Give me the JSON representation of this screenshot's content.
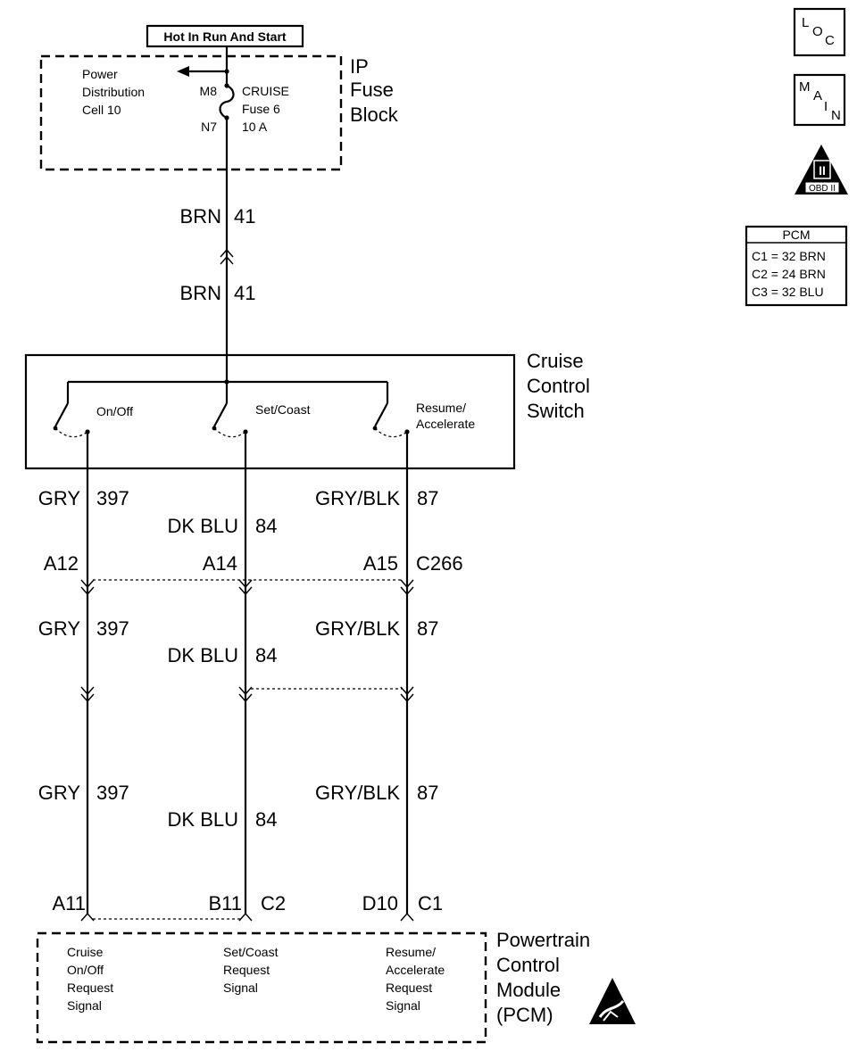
{
  "header": {
    "supply_label": "Hot In Run And Start"
  },
  "ip_fuse_block": {
    "name_lines": [
      "IP",
      "Fuse",
      "Block"
    ],
    "power_distribution_lines": [
      "Power",
      "Distribution",
      "Cell 10"
    ],
    "pin_top": "M8",
    "pin_bottom": "N7",
    "fuse_lines": [
      "CRUISE",
      "Fuse 6",
      "10 A"
    ]
  },
  "feed_wire": {
    "color": "BRN",
    "circuit": "41"
  },
  "cruise_switch": {
    "name_lines": [
      "Cruise",
      "Control",
      "Switch"
    ],
    "positions": {
      "on_off": "On/Off",
      "set_coast": "Set/Coast",
      "resume_lines": [
        "Resume/",
        "Accelerate"
      ]
    }
  },
  "wires": {
    "w397": {
      "color": "GRY",
      "circuit": "397"
    },
    "w84": {
      "color": "DK BLU",
      "circuit": "84"
    },
    "w87": {
      "color": "GRY/BLK",
      "circuit": "87"
    }
  },
  "connector_c266": {
    "name": "C266",
    "pins": [
      "A12",
      "A14",
      "A15"
    ]
  },
  "pcm_pins": {
    "on_off": "A11",
    "set_coast": "B11",
    "resume": "D10",
    "conn_c2": "C2",
    "conn_c1": "C1"
  },
  "pcm": {
    "name_lines": [
      "Powertrain",
      "Control",
      "Module",
      "(PCM)"
    ],
    "signal_on_off_lines": [
      "Cruise",
      "On/Off",
      "Request",
      "Signal"
    ],
    "signal_set_lines": [
      "Set/Coast",
      "Request",
      "Signal"
    ],
    "signal_resume_lines": [
      "Resume/",
      "Accelerate",
      "Request",
      "Signal"
    ]
  },
  "legend": {
    "loc": {
      "l": "L",
      "o": "O",
      "c": "C"
    },
    "main": {
      "m": "M",
      "a": "A",
      "i": "I",
      "n": "N"
    },
    "obd": {
      "roman": "II",
      "label": "OBD II"
    },
    "pcm_table": {
      "title": "PCM",
      "rows": [
        "C1 = 32 BRN",
        "C2 = 24 BRN",
        "C3 = 32 BLU"
      ]
    }
  }
}
